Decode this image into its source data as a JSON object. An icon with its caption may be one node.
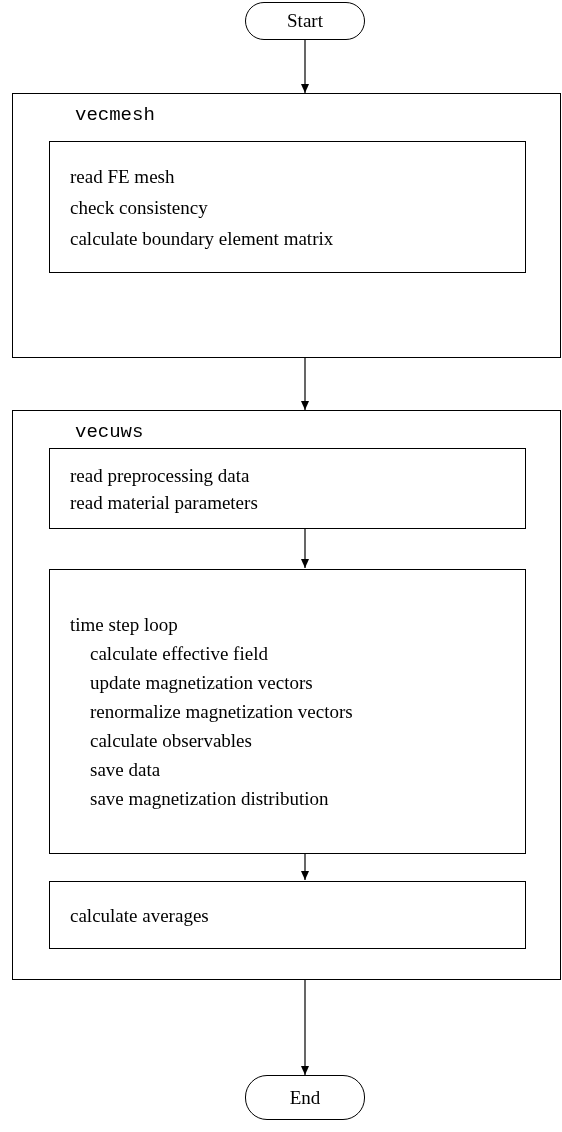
{
  "diagram": {
    "nodes": [
      {
        "text": [
          "Start"
        ]
      },
      {
        "text": [
          "vecmesh"
        ]
      },
      {
        "text": [
          "read FE mesh",
          "check consistency",
          "calculate boundary element matrix"
        ],
        "in": 1
      },
      {
        "text": [
          "vecuws"
        ]
      },
      {
        "text": [
          "read preprocessing data",
          "read material parameters"
        ],
        "in": 3
      },
      {
        "text": [
          "time step loop",
          "calculate effective field",
          "update magnetization vectors",
          "renormalize magnetization vectors",
          "calculate observables",
          "save data",
          "save magnetization distribution"
        ],
        "in": 3
      },
      {
        "text": [
          "calculate averages"
        ],
        "in": 3
      },
      {
        "text": [
          "End"
        ]
      }
    ],
    "edges": [
      {
        "from": 0,
        "to": 1,
        "arrow": "to"
      },
      {
        "from": 1,
        "to": 3,
        "arrow": "to"
      },
      {
        "from": 4,
        "to": 5,
        "arrow": "to"
      },
      {
        "from": 5,
        "to": 6,
        "arrow": "to"
      },
      {
        "from": 3,
        "to": 7,
        "arrow": "to"
      }
    ]
  }
}
